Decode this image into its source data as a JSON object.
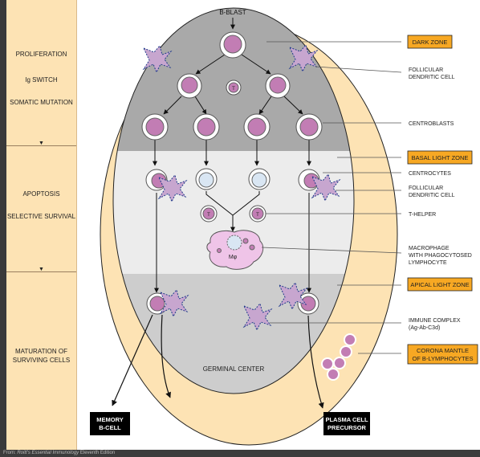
{
  "side_panel": {
    "labels": [
      "PROLIFERATION",
      "Ig SWITCH",
      "SOMATIC MUTATION",
      "APOPTOSIS",
      "SELECTIVE SURVIVAL",
      "MATURATION OF",
      "SURVIVING CELLS"
    ],
    "arrow_glyph": "▼"
  },
  "diagram": {
    "top_label": "B-BLAST",
    "germinal_center_label": "GERMINAL CENTER",
    "t_cell_label": "T",
    "macrophage_label": "Mφ",
    "zone_boxes": [
      "DARK ZONE",
      "BASAL LIGHT ZONE",
      "APICAL LIGHT ZONE",
      "CORONA  MANTLE",
      "OF B-LYMPHOCYTES"
    ],
    "callouts": {
      "follicular_1_line1": "FOLLICULAR",
      "follicular_1_line2": "DENDRITIC CELL",
      "centroblasts": "CENTROBLASTS",
      "centrocytes": "CENTROCYTES",
      "follicular_2_line1": "FOLLICULAR",
      "follicular_2_line2": "DENDRITIC CELL",
      "t_helper": "T-HELPER",
      "macrophage_line1": "MACROPHAGE",
      "macrophage_line2": "WITH PHAGOCYTOSED",
      "macrophage_line3": "LYMPHOCYTE",
      "immune_complex_line1": "IMMUNE COMPLEX",
      "immune_complex_line2": "(Ag-Ab-C3d)"
    },
    "outputs": {
      "memory_line1": "MEMORY",
      "memory_line2": "B-CELL",
      "plasma_line1": "PLASMA CELL",
      "plasma_line2": "PRECURSOR"
    }
  },
  "footer": {
    "prefix": "From: ",
    "book": "Roitt's Essential Immunology",
    "suffix": " Eleventh Edition"
  },
  "colors": {
    "outer_mantle": "#fde3b4",
    "zone_box": "#f7a823",
    "dark_zone": "#a9a9a9",
    "light_zone": "#ececec",
    "apical_zone": "#cdcdcd",
    "b_cell_nucleus": "#c27db4",
    "centrocyte_nucleus": "#d9e6f3",
    "fdc": "#c7a6cf"
  }
}
